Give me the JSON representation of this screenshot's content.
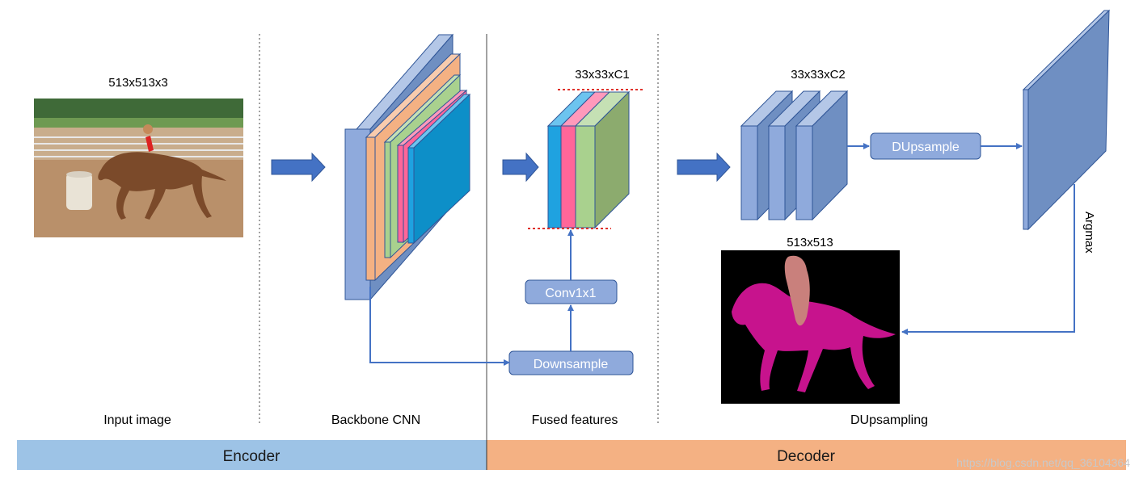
{
  "labels": {
    "input_size": "513x513x3",
    "fused_size": "33x33xC1",
    "decoder_size": "33x33xC2",
    "output_size": "513x513",
    "argmax": "Argmax"
  },
  "boxes": {
    "conv": "Conv1x1",
    "downsample": "Downsample",
    "dupsample": "DUpsample"
  },
  "sections": {
    "input": "Input image",
    "backbone": "Backbone CNN",
    "fused": "Fused features",
    "dupsampling": "DUpsampling"
  },
  "bar": {
    "encoder": "Encoder",
    "decoder": "Decoder"
  },
  "watermark": "https://blog.csdn.net/qq_36104364",
  "colors": {
    "block_blue": "#8faadc",
    "block_face": "#6f8fc2",
    "orange": "#f4b183",
    "green": "#a9d18e",
    "pink": "#ff6699",
    "cyan": "#1fa2e0",
    "box": "#8faadc",
    "arrow": "#4472c4",
    "encoder_bar": "#9dc3e6",
    "decoder_bar": "#f4b183",
    "seg_horse": "#c7138d",
    "seg_person": "#c9807c",
    "dashed_red": "#e0302a"
  },
  "icons": [
    "right-arrow-icon"
  ]
}
